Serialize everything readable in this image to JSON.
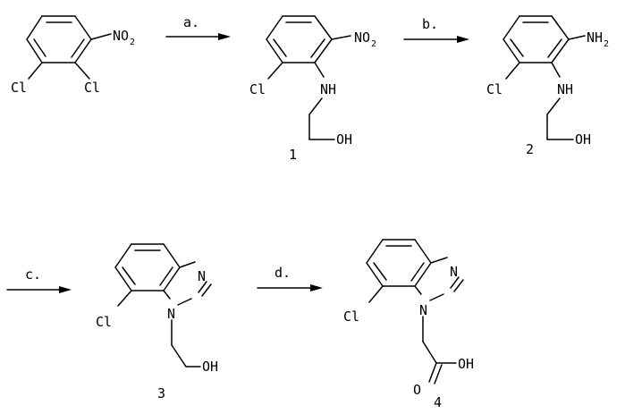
{
  "steps": [
    {
      "label": "a."
    },
    {
      "label": "b."
    },
    {
      "label": "c."
    },
    {
      "label": "d."
    }
  ],
  "compounds": [
    {
      "number": "",
      "substituents": {
        "nitro": "NO",
        "nitro_sub": "2",
        "cl1": "Cl",
        "cl2": "Cl"
      }
    },
    {
      "number": "1",
      "substituents": {
        "nitro": "NO",
        "nitro_sub": "2",
        "cl": "Cl",
        "nh": "NH",
        "oh": "OH"
      }
    },
    {
      "number": "2",
      "substituents": {
        "amine": "NH",
        "amine_sub": "2",
        "cl": "Cl",
        "nh": "NH",
        "oh": "OH"
      }
    },
    {
      "number": "3",
      "substituents": {
        "n1": "N",
        "n3": "N",
        "cl": "Cl",
        "oh": "OH"
      }
    },
    {
      "number": "4",
      "substituents": {
        "n1": "N",
        "n3": "N",
        "cl": "Cl",
        "o": "O",
        "oh": "OH"
      }
    }
  ]
}
